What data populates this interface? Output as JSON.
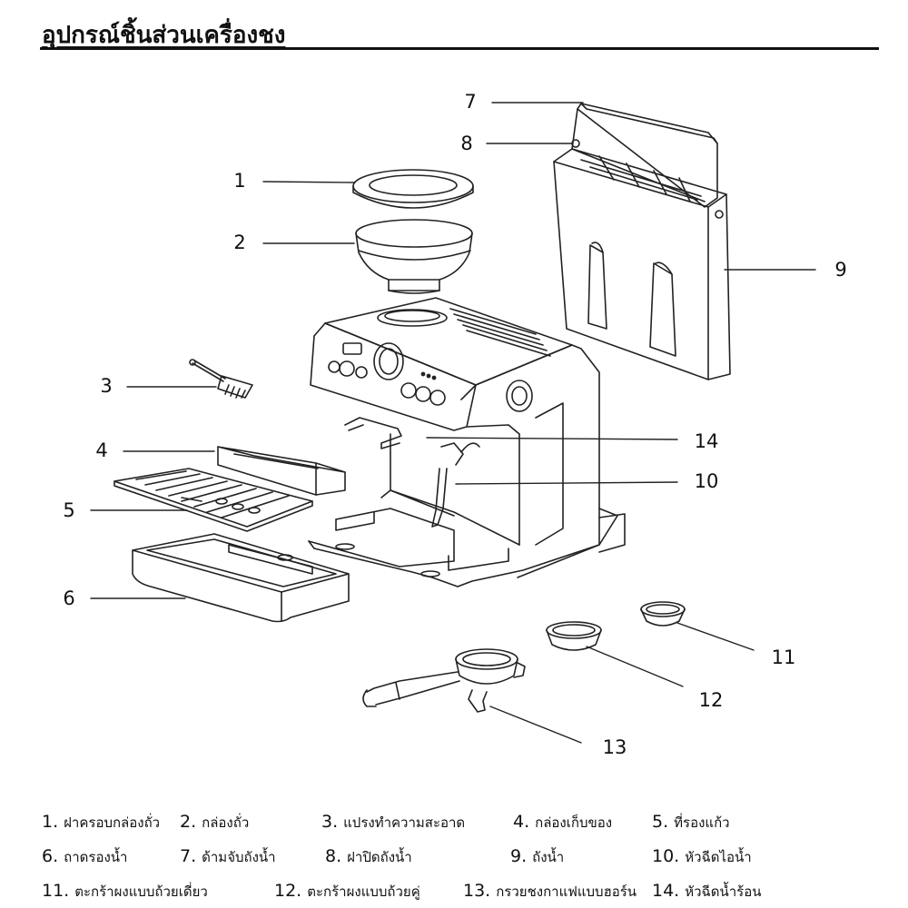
{
  "title": "อุปกรณ์ชิ้นส่วนเครื่องชง",
  "callouts": [
    "1",
    "2",
    "3",
    "4",
    "5",
    "6",
    "7",
    "8",
    "9",
    "10",
    "11",
    "12",
    "13",
    "14"
  ],
  "legend": [
    {
      "num": "1.",
      "label": "ฝาครอบกล่องถั่ว"
    },
    {
      "num": "2.",
      "label": "กล่องถั่ว"
    },
    {
      "num": "3.",
      "label": "แปรงทำความสะอาด"
    },
    {
      "num": "4.",
      "label": "กล่องเก็บของ"
    },
    {
      "num": "5.",
      "label": "ที่รองแก้ว"
    },
    {
      "num": "6.",
      "label": "ถาดรองน้ำ"
    },
    {
      "num": "7.",
      "label": "ด้ามจับถังน้ำ"
    },
    {
      "num": "8.",
      "label": "ฝาปิดถังน้ำ"
    },
    {
      "num": "9.",
      "label": "ถังน้ำ"
    },
    {
      "num": "10.",
      "label": "หัวฉีดไอน้ำ"
    },
    {
      "num": "11.",
      "label": "ตะกร้าผงแบบถ้วยเดี่ยว"
    },
    {
      "num": "12.",
      "label": "ตะกร้าผงแบบถ้วยคู่"
    },
    {
      "num": "13.",
      "label": "กรวยชงกาแฟแบบฮอร์น"
    },
    {
      "num": "14.",
      "label": "หัวฉีดน้ำร้อน"
    }
  ]
}
